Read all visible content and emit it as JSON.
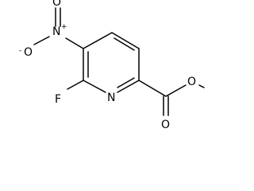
{
  "molecule": {
    "atoms": {
      "F": "F",
      "N_ring": "N",
      "N_nitro": "N",
      "O_minus": "O",
      "O_nitro": "O",
      "O_carbonyl": "O",
      "O_ester": "O"
    },
    "charges": {
      "N_nitro": "+",
      "O_minus": "-"
    }
  }
}
